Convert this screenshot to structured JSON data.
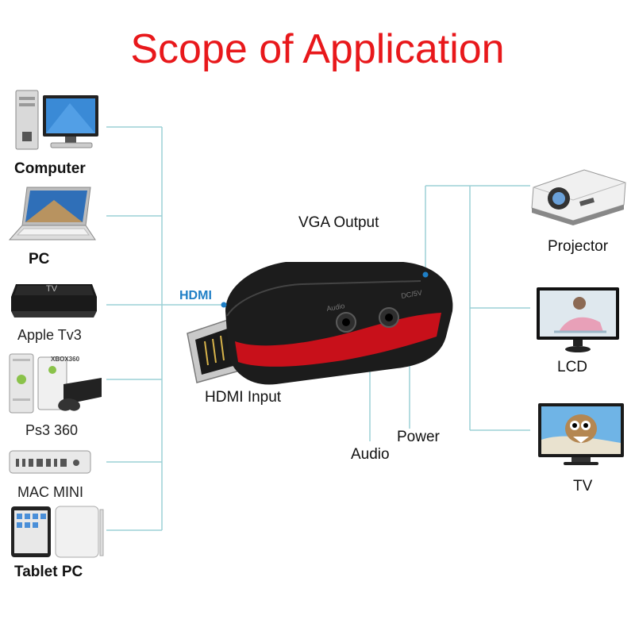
{
  "title": "Scope of Application",
  "sources": [
    {
      "label": "Computer",
      "icon": "computer-icon"
    },
    {
      "label": "PC",
      "icon": "laptop-icon"
    },
    {
      "label": "Apple Tv3",
      "icon": "apple-tv-icon"
    },
    {
      "label": "Ps3 360",
      "icon": "game-console-icon"
    },
    {
      "label": "MAC MINI",
      "icon": "mac-mini-icon"
    },
    {
      "label": "Tablet PC",
      "icon": "tablet-icon"
    }
  ],
  "adapter": {
    "hdmi_tag": "HDMI",
    "hdmi_input": "HDMI Input",
    "vga_output": "VGA Output",
    "audio": "Audio",
    "power": "Power",
    "port_audio": "Audio",
    "port_power": "DC/5V"
  },
  "outputs": [
    {
      "label": "Projector",
      "icon": "projector-icon"
    },
    {
      "label": "LCD",
      "icon": "lcd-monitor-icon"
    },
    {
      "label": "TV",
      "icon": "tv-icon"
    }
  ],
  "device_text": {
    "apple_tv_brand": "TV",
    "xbox_brand": "XBOX360"
  },
  "colors": {
    "title": "#e8181b",
    "connector_line": "#9cd0d6",
    "hdmi_tag": "#1f7fc6",
    "adapter_body": "#1c1c1c",
    "adapter_accent": "#c8101a"
  }
}
